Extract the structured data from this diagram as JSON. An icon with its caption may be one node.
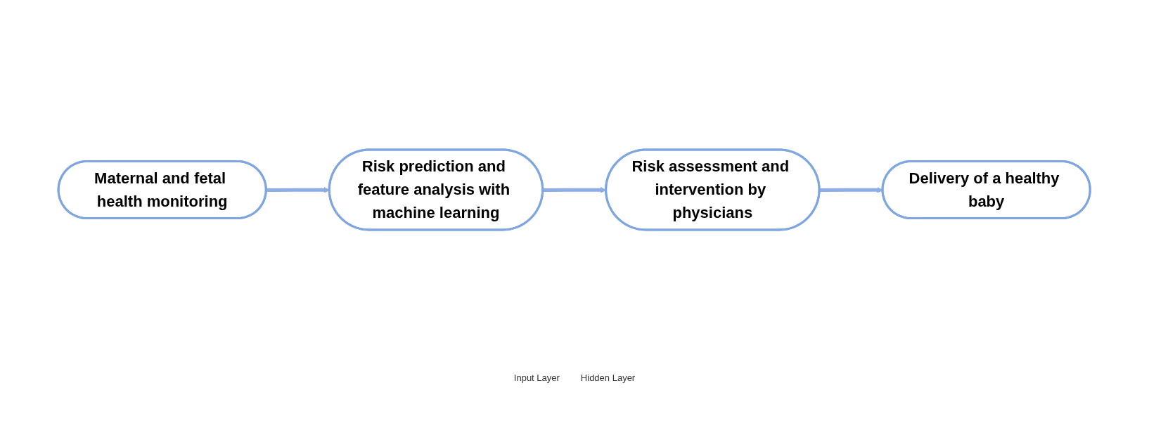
{
  "diagram": {
    "nodes": [
      {
        "text": [
          "Maternal and fetal health monitoring"
        ]
      },
      {
        "text": [
          "Risk prediction and feature analysis with machine learning"
        ]
      },
      {
        "text": [
          "Risk assessment and intervention by physicians"
        ]
      },
      {
        "text": [
          "Delivery of a healthy baby"
        ]
      }
    ],
    "edges": [
      {
        "from": 0,
        "to": 1,
        "arrow": "to"
      },
      {
        "from": 1,
        "to": 2,
        "arrow": "to"
      },
      {
        "from": 2,
        "to": 3,
        "arrow": "to"
      }
    ],
    "labels": [
      "Input Layer",
      "Hidden Layer"
    ]
  }
}
